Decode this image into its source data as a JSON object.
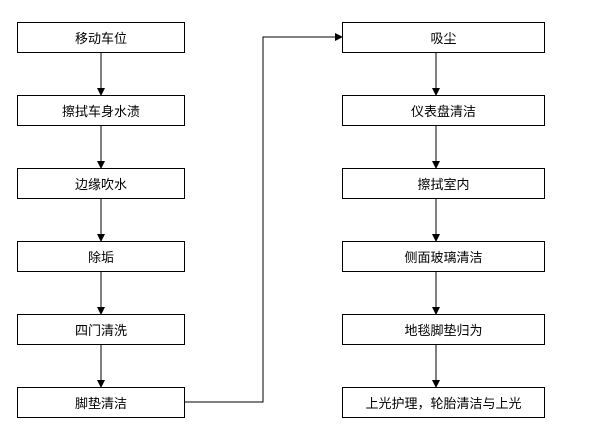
{
  "flowchart": {
    "steps_left": [
      "移动车位",
      "擦拭车身水渍",
      "边缘吹水",
      "除垢",
      "四门清洗",
      "脚垫清洁"
    ],
    "steps_right": [
      "吸尘",
      "仪表盘清洁",
      "擦拭室内",
      "侧面玻璃清洁",
      "地毯脚垫归为",
      "上光护理，轮胎清洁与上光"
    ]
  },
  "colors": {
    "border": "#000000",
    "background": "#ffffff",
    "text": "#000000"
  }
}
